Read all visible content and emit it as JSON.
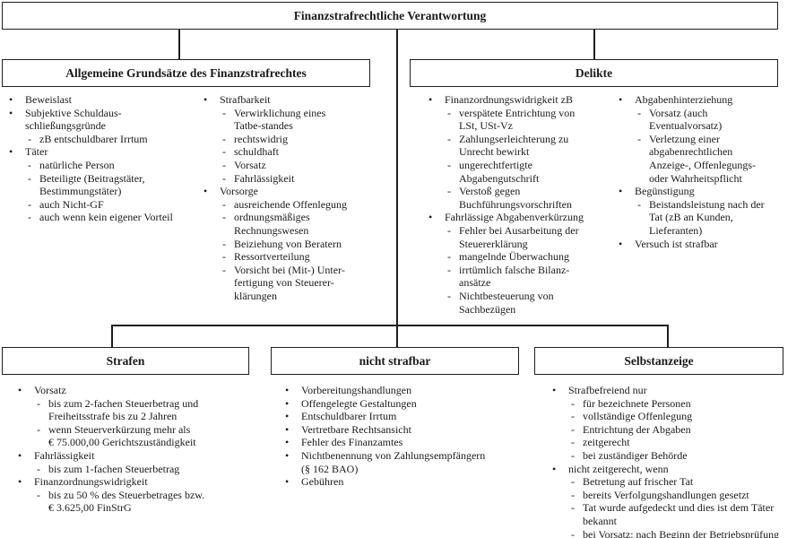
{
  "diagram": {
    "root": {
      "title": "Finanzstrafrechtliche Verantwortung"
    },
    "grundsaetze": {
      "title": "Allgemeine Grundsätze des Finanzstrafrechtes",
      "col1": [
        {
          "text": "Beweislast"
        },
        {
          "text": "Subjektive Schuldaus-\nschließungsgründe",
          "subs": [
            "zB entschuldbarer Irrtum"
          ]
        },
        {
          "text": "Täter",
          "subs": [
            "natürliche Person",
            "Beteiligte (Beitragstäter,\nBestimmungstäter)",
            "auch Nicht-GF",
            "auch wenn kein eigener Vorteil"
          ]
        }
      ],
      "col2": [
        {
          "text": "Strafbarkeit",
          "subs": [
            "Verwirklichung eines\nTatbe-standes",
            "rechtswidrig",
            "schuldhaft",
            "Vorsatz",
            "Fahrlässigkeit"
          ]
        },
        {
          "text": "Vorsorge",
          "subs": [
            "ausreichende Offenlegung",
            "ordnungsmäßiges\nRechnungswesen",
            "Beiziehung von Beratern",
            "Ressortverteilung",
            "Vorsicht bei (Mit-) Unter-\nfertigung von Steuerer-\nklärungen"
          ]
        }
      ]
    },
    "delikte": {
      "title": "Delikte",
      "col1": [
        {
          "text": "Finanzordnungswidrigkeit zB",
          "subs": [
            "verspätete Entrichtung von\nLSt, USt-Vz",
            "Zahlungserleichterung zu\nUnrecht bewirkt",
            "ungerechtfertigte\nAbgabengutschrift",
            "Verstoß gegen\nBuchführungsvorschriften"
          ]
        },
        {
          "text": "Fahrlässige Abgabenverkürzung",
          "subs": [
            "Fehler bei Ausarbeitung der\nSteuererklärung",
            "mangelnde Überwachung",
            "irrtümlich falsche Bilanz-\nansätze",
            "Nichtbesteuerung von\nSachbezügen"
          ]
        }
      ],
      "col2": [
        {
          "text": "Abgabenhinterziehung",
          "subs": [
            "Vorsatz (auch\nEventualvorsatz)",
            "Verletzung einer\nabgabenrechtlichen\nAnzeige-, Offenlegungs-\noder Wahrheitspflicht"
          ]
        },
        {
          "text": "Begünstigung",
          "subs": [
            "Beistandsleistung nach der\nTat (zB an Kunden,\nLieferanten)"
          ]
        },
        {
          "text": "Versuch ist strafbar"
        }
      ]
    },
    "strafen": {
      "title": "Strafen",
      "items": [
        {
          "text": "Vorsatz",
          "subs": [
            "bis zum 2-fachen Steuerbetrag und\nFreiheitsstrafe bis zu 2 Jahren",
            "wenn Steuerverkürzung mehr als\n€ 75.000,00 Gerichtszuständigkeit"
          ]
        },
        {
          "text": "Fahrlässigkeit",
          "subs": [
            "bis zum 1-fachen Steuerbetrag"
          ]
        },
        {
          "text": "Finanzordnungswidrigkeit",
          "subs": [
            "bis zu 50 % des Steuerbetrages bzw.\n€ 3.625,00 FinStrG"
          ]
        }
      ]
    },
    "nicht_strafbar": {
      "title": "nicht strafbar",
      "items": [
        {
          "text": "Vorbereitungshandlungen"
        },
        {
          "text": "Offengelegte Gestaltungen"
        },
        {
          "text": "Entschuldbarer Irrtum"
        },
        {
          "text": "Vertretbare Rechtsansicht"
        },
        {
          "text": "Fehler des Finanzamtes"
        },
        {
          "text": "Nichtbenennung von Zahlungsempfängern\n(§ 162 BAO)"
        },
        {
          "text": "Gebühren"
        }
      ]
    },
    "selbstanzeige": {
      "title": "Selbstanzeige",
      "items": [
        {
          "text": "Strafbefreiend nur",
          "subs": [
            "für bezeichnete Personen",
            "vollständige Offenlegung",
            "Entrichtung der Abgaben",
            "zeitgerecht",
            "bei zuständiger Behörde"
          ]
        },
        {
          "text": "nicht zeitgerecht, wenn",
          "subs": [
            "Betretung auf frischer Tat",
            "bereits Verfolgungshandlungen gesetzt",
            "Tat wurde aufgedeckt und dies ist dem Täter\nbekannt",
            "bei Vorsatz: nach Beginn der Betriebsprüfung"
          ]
        }
      ]
    },
    "icons": {
      "bullet": "•",
      "dash": "-"
    }
  }
}
